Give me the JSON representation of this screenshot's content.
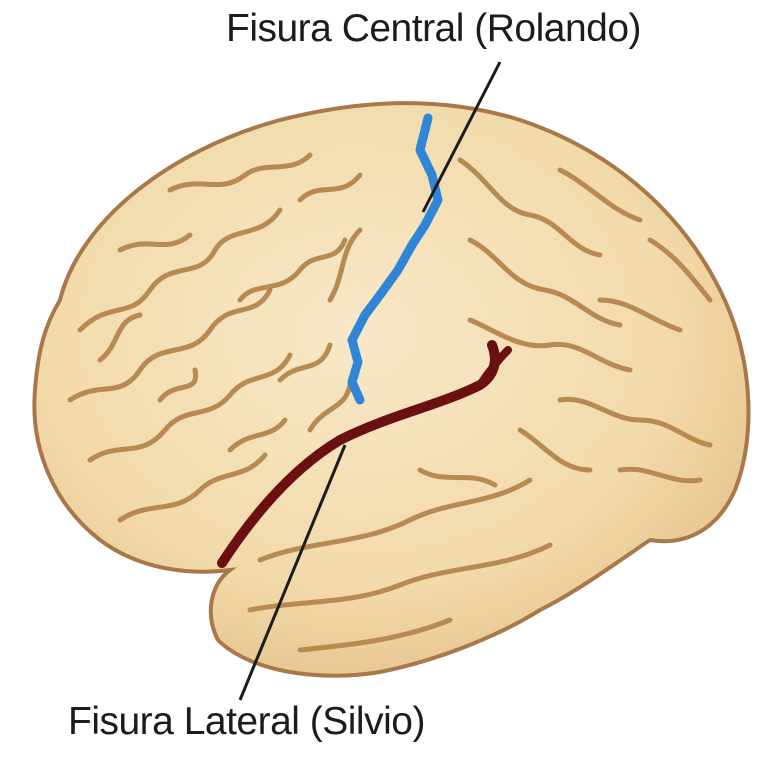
{
  "labels": {
    "central_fissure": "Fisura Central (Rolando)",
    "lateral_fissure": "Fisura Lateral (Silvio)"
  },
  "colors": {
    "background": "#ffffff",
    "brain_fill": "#f3dcae",
    "gyri_light": "#f8e8c8",
    "sulcus_line": "#b88a52",
    "outline": "#a9784a",
    "central_fissure": "#2f86d6",
    "lateral_fissure": "#6b1010",
    "leader_line": "#1c1c1c",
    "label_text": "#1c1c1c"
  },
  "icons": {
    "illustration": "brain-lateral-view"
  }
}
